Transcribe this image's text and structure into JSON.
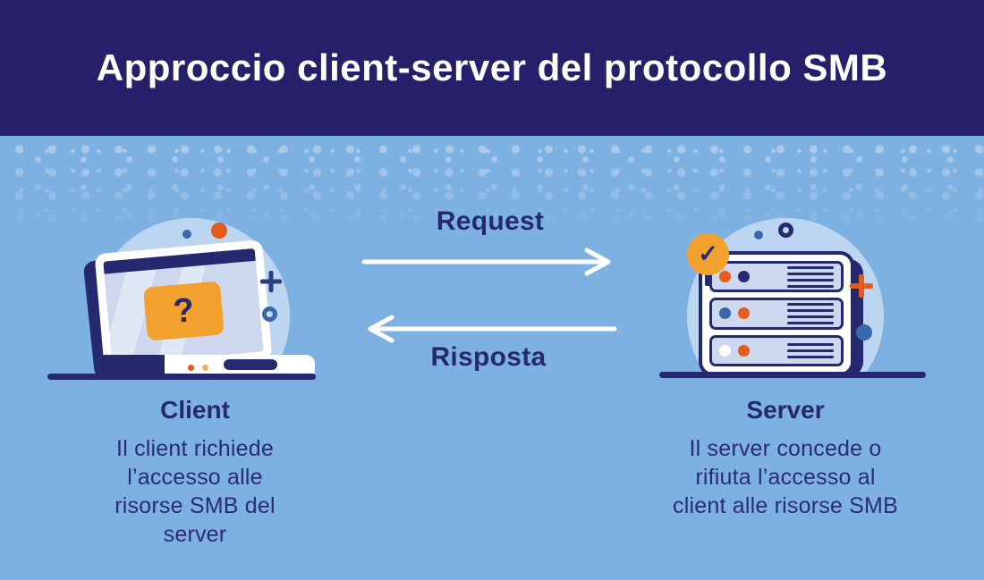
{
  "header": {
    "title": "Approccio client-server del protocollo SMB"
  },
  "flow": {
    "request_label": "Request",
    "response_label": "Risposta"
  },
  "client": {
    "label": "Client",
    "description": "Il client richiede l’accesso alle risorse SMB del server",
    "description_lines": [
      "Il client richiede",
      "l’accesso alle",
      "risorse SMB del",
      "server"
    ],
    "screen_glyph": "?"
  },
  "server": {
    "label": "Server",
    "description": "Il server concede o rifiuta l’accesso al client alle risorse SMB",
    "description_lines": [
      "Il server concede o",
      "rifiuta l’accesso al",
      "client alle risorse SMB"
    ],
    "badge_glyph": "✓"
  },
  "colors": {
    "header_bg": "#252069",
    "canvas_bg": "#7db1e1",
    "speckle": "#a9c9ec",
    "halo": "#bcd5f0",
    "navy": "#252a70",
    "text_navy": "#2b2a77",
    "orange": "#f2a12e",
    "red_orange": "#e55c1f",
    "mid_blue": "#3a67ae",
    "white": "#ffffff"
  }
}
